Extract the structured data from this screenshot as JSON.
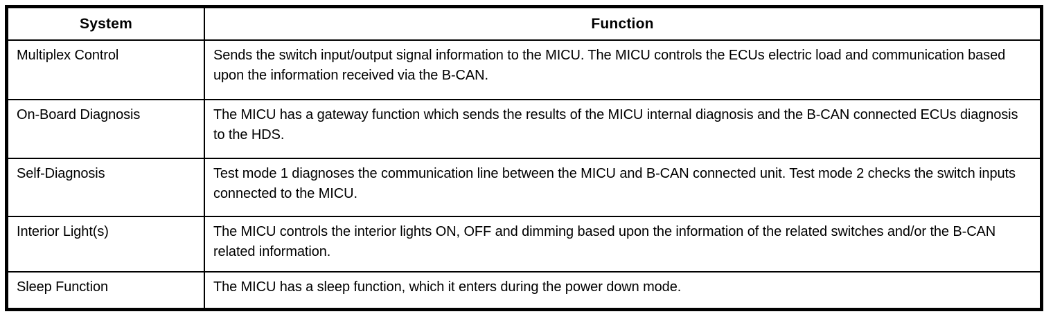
{
  "table": {
    "columns": [
      {
        "label": "System"
      },
      {
        "label": "Function"
      }
    ],
    "rows": [
      {
        "system": "Multiplex Control",
        "function": "Sends the switch input/output signal information to the MICU. The MICU controls the ECUs electric load and communication based upon the information received via the B-CAN."
      },
      {
        "system": "On-Board Diagnosis",
        "function": "The MICU has a gateway function which sends the results of the MICU internal diagnosis and the B-CAN connected ECUs diagnosis to the HDS."
      },
      {
        "system": "Self-Diagnosis",
        "function": "Test mode 1 diagnoses the communication line between the MICU and B-CAN connected unit. Test mode 2 checks the switch inputs connected to the MICU."
      },
      {
        "system": "Interior Light(s)",
        "function": "The MICU controls the interior lights ON, OFF and dimming based upon the information of the related switches and/or the B-CAN related information."
      },
      {
        "system": "Sleep Function",
        "function": "The MICU has a sleep function, which it enters during the power down mode."
      }
    ]
  }
}
